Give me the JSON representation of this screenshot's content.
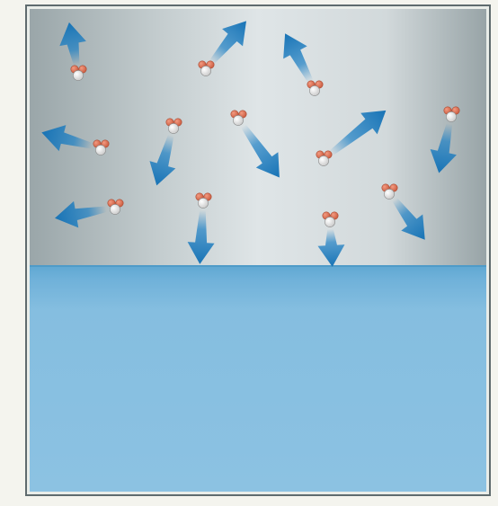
{
  "diagram": {
    "colors": {
      "page_background": "#f4f4ee",
      "container_border": "#5f6b6e",
      "gas_wall_dark": "#9ea9ac",
      "gas_center": "#dde3e5",
      "liquid_surface": "#5fa7d2",
      "liquid": "#87bfe0",
      "arrow": "#1c7fc4",
      "oxygen": "#d96c4f",
      "hydrogen": "#f4f4f4"
    },
    "molecules": [
      {
        "id": "m1",
        "direction_deg": 100,
        "motion": "up-left"
      },
      {
        "id": "m2",
        "direction_deg": 50,
        "motion": "up-right"
      },
      {
        "id": "m3",
        "direction_deg": 118,
        "motion": "up-left"
      },
      {
        "id": "m4",
        "direction_deg": 165,
        "motion": "left"
      },
      {
        "id": "m5",
        "direction_deg": 254,
        "motion": "down"
      },
      {
        "id": "m6",
        "direction_deg": 305,
        "motion": "down-right"
      },
      {
        "id": "m7",
        "direction_deg": 38,
        "motion": "up-right"
      },
      {
        "id": "m8",
        "direction_deg": 258,
        "motion": "down"
      },
      {
        "id": "m9",
        "direction_deg": 190,
        "motion": "left"
      },
      {
        "id": "m10",
        "direction_deg": 267,
        "motion": "down"
      },
      {
        "id": "m11",
        "direction_deg": 273,
        "motion": "down"
      },
      {
        "id": "m12",
        "direction_deg": 307,
        "motion": "down-right"
      }
    ]
  }
}
